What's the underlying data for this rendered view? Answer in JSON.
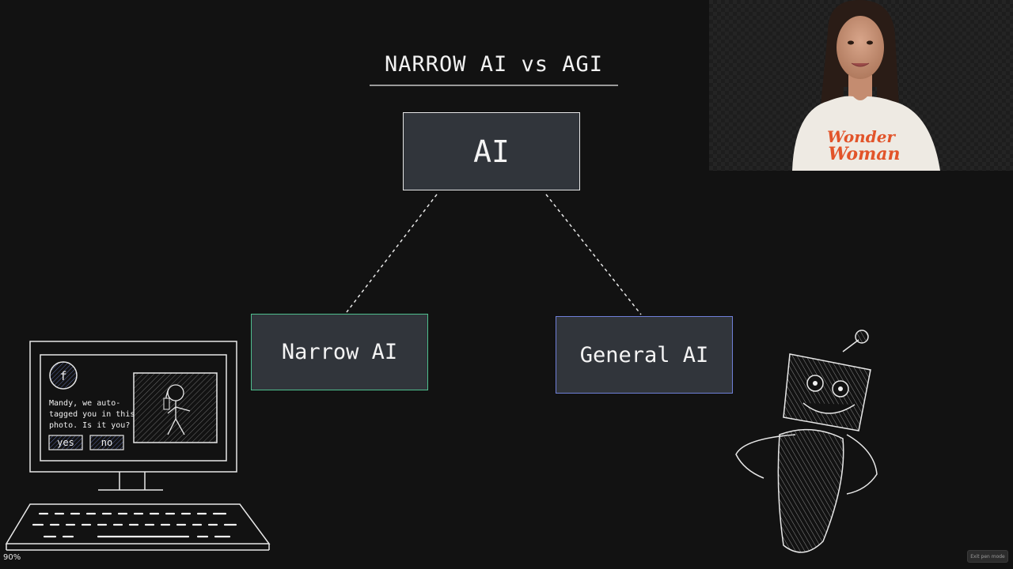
{
  "diagram": {
    "title": "NARROW AI vs AGI",
    "root": {
      "label": "AI",
      "border_color": "#e6e6e6"
    },
    "children": [
      {
        "label": "Narrow AI",
        "border_color": "#4fbf8f"
      },
      {
        "label": "General AI",
        "border_color": "#6f7fd8"
      }
    ]
  },
  "illustrations": {
    "facebook_prompt": {
      "icon_letter": "f",
      "message_lines": [
        "Mandy, we auto-",
        "tagged you in this",
        "photo. Is it you?"
      ],
      "yes_label": "yes",
      "no_label": "no"
    }
  },
  "presenter": {
    "shirt_text_line1": "Wonder",
    "shirt_text_line2": "Woman"
  },
  "ui": {
    "zoom": "90%",
    "exit_pen_mode_label": "Exit pen mode"
  }
}
